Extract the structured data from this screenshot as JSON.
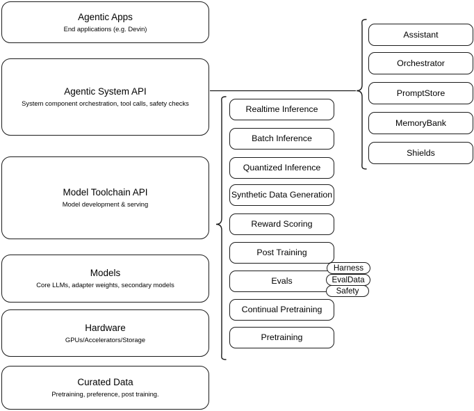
{
  "diagram": {
    "type": "layered-architecture-stack",
    "background_color": "#ffffff",
    "line_color": "#1a1a1a",
    "stack": {
      "name": "left-layer-stack",
      "layers": [
        {
          "title": "Agentic Apps",
          "subtitle": "End applications (e.g. Devin)"
        },
        {
          "title": "Agentic System API",
          "subtitle": "System component orchestration, tool calls, safety checks"
        },
        {
          "title": "Model Toolchain API",
          "subtitle": "Model development & serving"
        },
        {
          "title": "Models",
          "subtitle": "Core LLMs, adapter weights, secondary models"
        },
        {
          "title": "Hardware",
          "subtitle": "GPUs/Accelerators/Storage"
        },
        {
          "title": "Curated Data",
          "subtitle": "Pretraining, preference, post training."
        }
      ]
    },
    "toolchain_capabilities": {
      "name": "model-toolchain-capability-list",
      "items": [
        "Realtime Inference",
        "Batch Inference",
        "Quantized Inference",
        "Synthetic Data Generation",
        "Reward Scoring",
        "Post Training",
        "Evals",
        "Continual Pretraining",
        "Pretraining"
      ]
    },
    "evals_subitems": {
      "name": "evals-sub-component-pills",
      "items": [
        "Harness",
        "EvalData",
        "Safety"
      ]
    },
    "agentic_components": {
      "name": "agentic-system-component-list",
      "items": [
        "Assistant",
        "Orchestrator",
        "PromptStore",
        "MemoryBank",
        "Shields"
      ]
    },
    "connectors": [
      {
        "name": "agentic-system-to-components-line",
        "kind": "horizontal-line"
      },
      {
        "name": "agentic-components-brace",
        "kind": "curly-brace-left"
      },
      {
        "name": "toolchain-capabilities-brace",
        "kind": "curly-brace-left"
      }
    ]
  }
}
